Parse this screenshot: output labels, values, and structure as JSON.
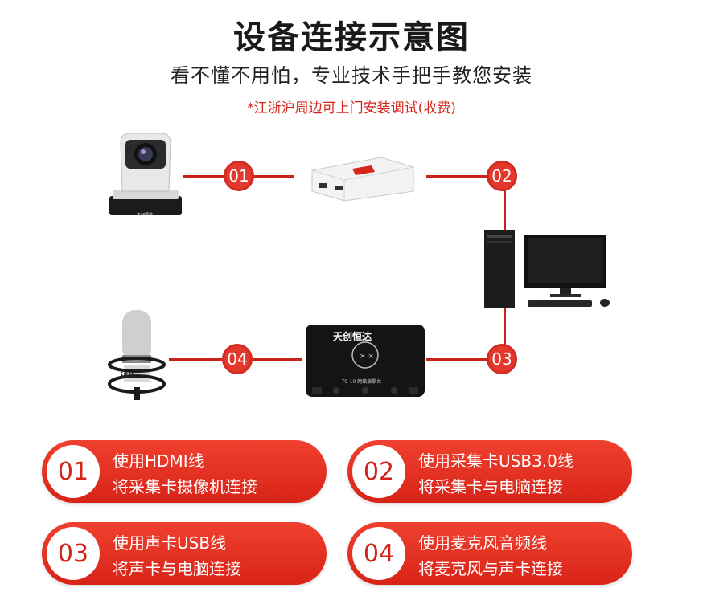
{
  "header": {
    "title": "设备连接示意图",
    "subtitle": "看不懂不用怕，专业技术手把手教您安装",
    "note": "*江浙沪周边可上门安装调试(收费)"
  },
  "steps": [
    {
      "num": "01",
      "line1": "使用HDMI线",
      "line2": "将采集卡摄像机连接"
    },
    {
      "num": "02",
      "line1": "使用采集卡USB3.0线",
      "line2": "将采集卡与电脑连接"
    },
    {
      "num": "03",
      "line1": "使用声卡USB线",
      "line2": "将声卡与电脑连接"
    },
    {
      "num": "04",
      "line1": "使用麦克风音频线",
      "line2": "将麦克风与声卡连接"
    }
  ],
  "devices": {
    "sound_card_brand": "天创恒达",
    "sound_card_model": "TC-10 网络演歌台",
    "camera_brand": "天创恒达",
    "mic_brand": "iSK"
  },
  "colors": {
    "accent": "#d9261b",
    "card": "#e5352a"
  }
}
